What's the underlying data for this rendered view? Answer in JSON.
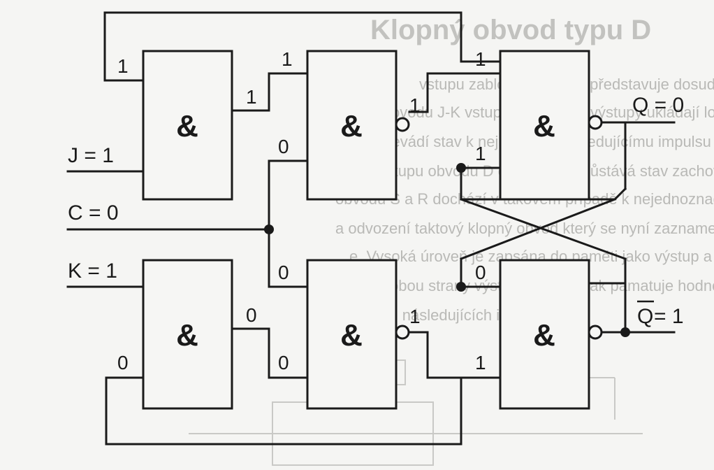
{
  "background_text": {
    "title": "Klopný obvod typu D",
    "lines": [
      "vstupu zablokovány, což představuje dosud uložený stav celého obv",
      "ovodu J-K vstupní hodnoty a výstupy ukládají log. na vstupech log.",
      "Obvod převádí stav k nejbližšímu následujícímu impulsu jako výstup",
      "na výstupu obvodu D dlouhodobě zůstává stav zachován dokud nepřijde",
      "obvodu S a R dochází v takovém případě k nejednoznačnému stavu",
      "a odvození taktový klopný obvod který se nyní zaznamená na obvod",
      "e. Vysoká úroveň je zapsána do paměti jako výstup a předává se",
      "vstupu z obou strany výstupu. Obvod tak pamatuje hodnotu",
      "kvůli přenosu následujících impulsů."
    ]
  },
  "inputs": {
    "j": "J = 1",
    "c": "C = 0",
    "k": "K = 1"
  },
  "outputs": {
    "q": "Q = 0",
    "qbar_letter": "Q",
    "qbar_value": " = 1"
  },
  "gate_symbol": "&",
  "wire_values": {
    "g1_in_feedback": "1",
    "g1_out": "1",
    "g2_in_top": "1",
    "g2_in_c": "0",
    "g2_out": "1",
    "g3_in_top": "1",
    "g3_in_cross": "1",
    "g4_out": "0",
    "g4_in_feedback": "0",
    "g5_in_c": "0",
    "g5_in_bottom": "0",
    "g5_out": "1",
    "g6_in_cross": "0",
    "g6_in_bottom": "1"
  }
}
